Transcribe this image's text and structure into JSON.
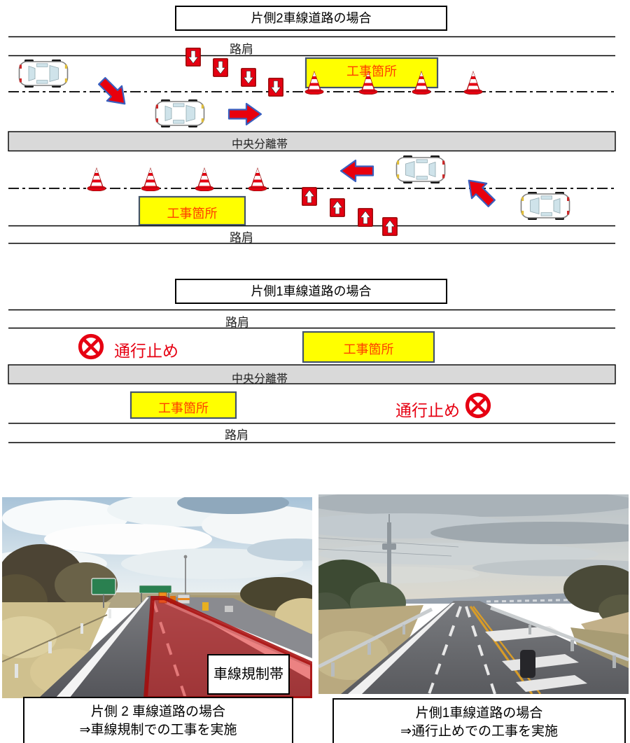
{
  "diagram_two_lane": {
    "title": "片側2車線道路の場合",
    "shoulder_top_label": "路肩",
    "median_label": "中央分離帯",
    "shoulder_bottom_label": "路肩",
    "work_zone_upper_label": "工事箇所",
    "work_zone_lower_label": "工事箇所"
  },
  "diagram_one_lane": {
    "title": "片側1車線道路の場合",
    "shoulder_top_label": "路肩",
    "median_label": "中央分離帯",
    "shoulder_bottom_label": "路肩",
    "work_zone_upper_label": "工事箇所",
    "work_zone_lower_label": "工事箇所",
    "road_closed_left_label": "通行止め",
    "road_closed_right_label": "通行止め"
  },
  "photo_left": {
    "lane_regulation_label": "車線規制帯",
    "caption_line1": "片側 2 車線道路の場合",
    "caption_line2": "⇒車線規制での工事を実施"
  },
  "photo_right": {
    "caption_line1": "片側1車線道路の場合",
    "caption_line2": "⇒通行止めでの工事を実施"
  },
  "colors": {
    "work_zone_fill": "#ffff00",
    "work_zone_border": "#44546a",
    "work_zone_text": "#ff4000",
    "road_closed_red": "#e60012",
    "flow_arrow_red": "#e8000d",
    "flow_arrow_outline": "#3a5fbf",
    "median_gray": "#d9d9d9",
    "regulated_lane_overlay": "#cc1111"
  }
}
